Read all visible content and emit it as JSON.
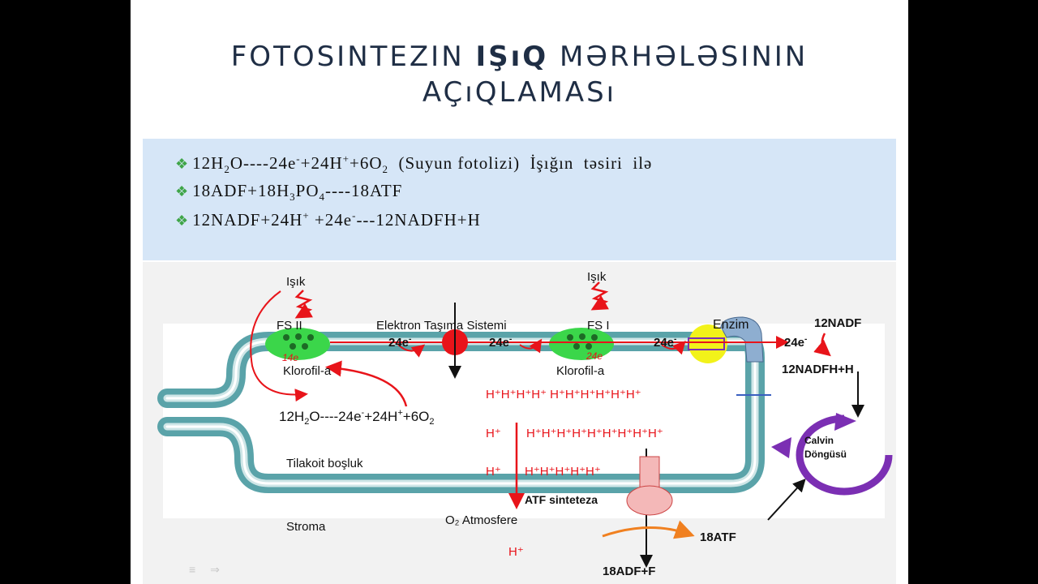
{
  "title": {
    "part1": "FOTOSINTEZIN ",
    "part2": "IŞıQ",
    "part3": " MƏRHƏLƏSININ",
    "line2": "AÇıQLAMASı"
  },
  "equations": {
    "bullet": "❖",
    "eq1": {
      "a": "12H",
      "s1": "2",
      "b": "O----24e",
      "s2": "-",
      "c": "+24H",
      "s3": "+",
      "d": "+6O",
      "s4": "2",
      "e": "  (Suyun fotolizi)  İşığın  təsiri  ilə"
    },
    "eq2": {
      "a": "18ADF+18H",
      "s1": "3",
      "b": "PO",
      "s2": "4",
      "c": "----18ATF"
    },
    "eq3": {
      "a": "12NADF+24H",
      "s1": "+",
      "b": " +24e",
      "s2": "-",
      "c": "---12NADFH+H"
    }
  },
  "diagram": {
    "isik1": "Işık",
    "isik2": "Işık",
    "fs2": "FS II",
    "fs1": "FS I",
    "ets": "Elektron Taşıma Sistemi",
    "enzim": "Enzim",
    "e24_1": "24e",
    "e24_2": "24e",
    "e24_3": "24e",
    "e24_4": "24e",
    "sup_minus": "-",
    "hand1": "14e",
    "hand2": "24e",
    "klorofil1": "Klorofil-a",
    "klorofil2": "Klorofil-a",
    "nadf": "12NADF",
    "nadfh": "12NADFH+H",
    "photolysis": {
      "a": "12H",
      "s1": "2",
      "b": "O----24e",
      "s2": "-",
      "c": "+24H",
      "s3": "+",
      "d": "+6O",
      "s4": "2"
    },
    "hrow1": "H⁺H⁺H⁺H⁺ H⁺H⁺H⁺H⁺H⁺H⁺",
    "hrow2a": "H⁺",
    "hrow2b": "H⁺H⁺H⁺H⁺H⁺H⁺H⁺H⁺H⁺",
    "hrow3a": "H⁺",
    "hrow3b": "H⁺H⁺H⁺H⁺H⁺",
    "hbottom": "H⁺",
    "tilakoit": "Tilakoit boşluk",
    "stroma": "Stroma",
    "atf_sinteteza": "ATF sinteteza",
    "o2": "O₂ Atmosfere",
    "atf18": "18ATF",
    "adf18": "18ADF+F",
    "calvin1": "Calvin",
    "calvin2": "Döngüsü"
  },
  "colors": {
    "title": "#1f2e45",
    "box": "#d6e6f7",
    "bullet": "#3fa548",
    "photosystem": "#3bd64a",
    "membrane": "#5aa3a9",
    "red": "#e8141a",
    "calvin": "#7b2fb3",
    "enzyme": "#8eaed0",
    "atp_synthase": "#f4b8b8",
    "orange": "#f08020"
  },
  "nav": {
    "icon1": "≡",
    "icon2": "⇒"
  }
}
